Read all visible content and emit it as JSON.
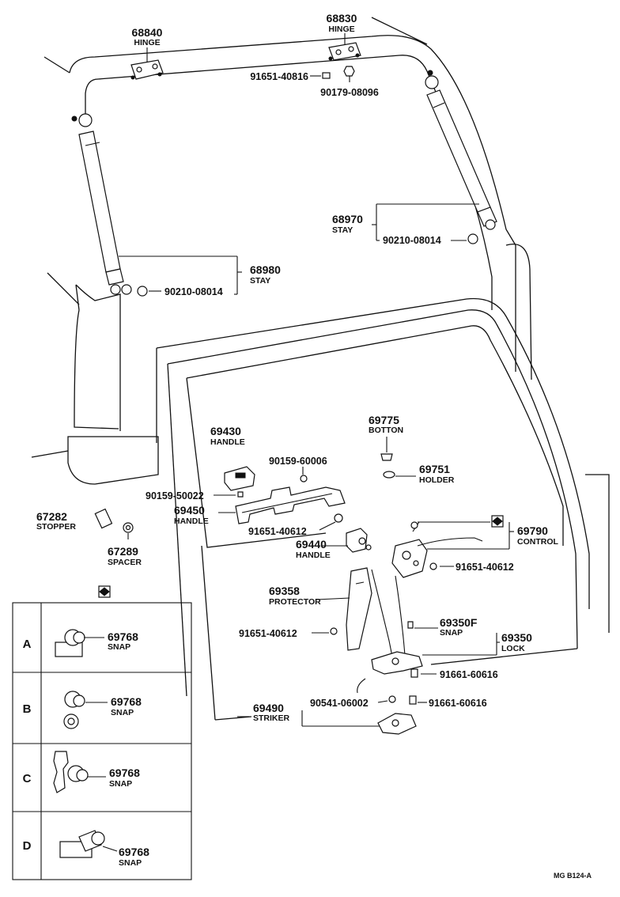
{
  "parts": {
    "hinge_r": {
      "number": "68840",
      "name": "HINGE"
    },
    "hinge_l": {
      "number": "68830",
      "name": "HINGE"
    },
    "bolt_hinge": {
      "number": "91651-40816"
    },
    "nut_hinge": {
      "number": "90179-08096"
    },
    "stay_l": {
      "number": "68970",
      "name": "STAY"
    },
    "stay_l_nut": {
      "number": "90210-08014"
    },
    "stay_r": {
      "number": "68980",
      "name": "STAY"
    },
    "stay_r_nut": {
      "number": "90210-08014"
    },
    "handle": {
      "number": "69430",
      "name": "HANDLE"
    },
    "bolt_handle": {
      "number": "90159-50022"
    },
    "screw_a": {
      "number": "90159-60006"
    },
    "button": {
      "number": "69775",
      "name": "BOTTON"
    },
    "holder": {
      "number": "69751",
      "name": "HOLDER"
    },
    "handle_bar": {
      "number": "69450",
      "name": "HANDLE"
    },
    "bolt_a": {
      "number": "91651-40612"
    },
    "control": {
      "number": "69790",
      "name": "CONTROL"
    },
    "stopper": {
      "number": "67282",
      "name": "STOPPER"
    },
    "spacer": {
      "number": "67289",
      "name": "SPACER"
    },
    "handle_in": {
      "number": "69440",
      "name": "HANDLE"
    },
    "bolt_b": {
      "number": "91651-40612"
    },
    "protector": {
      "number": "69358",
      "name": "PROTECTOR"
    },
    "bolt_c": {
      "number": "91651-40612"
    },
    "snap_f": {
      "number": "69350F",
      "name": "SNAP"
    },
    "lock": {
      "number": "69350",
      "name": "LOCK"
    },
    "bolt_lock": {
      "number": "91661-60616"
    },
    "striker": {
      "number": "69490",
      "name": "STRIKER"
    },
    "washer": {
      "number": "90541-06002"
    },
    "bolt_striker": {
      "number": "91661-60616"
    }
  },
  "snap_table": {
    "rows": [
      {
        "label": "A",
        "number": "69768",
        "name": "SNAP"
      },
      {
        "label": "B",
        "number": "69768",
        "name": "SNAP"
      },
      {
        "label": "C",
        "number": "69768",
        "name": "SNAP"
      },
      {
        "label": "D",
        "number": "69768",
        "name": "SNAP"
      }
    ]
  },
  "footer": {
    "ref": "MG  B124-A"
  },
  "colors": {
    "ink": "#111111",
    "paper": "#ffffff"
  }
}
